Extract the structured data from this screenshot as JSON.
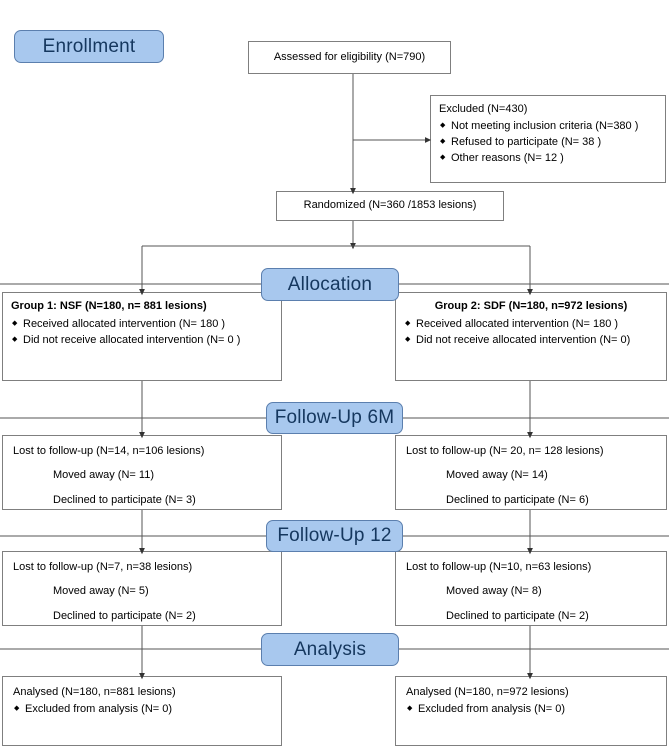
{
  "diagram": {
    "title": "CONSORT participant flow diagram",
    "colors": {
      "stage_fill": "#a8c8ee",
      "stage_border": "#5b7fae",
      "stage_text": "#15375e",
      "box_border": "#7f7f7f",
      "connector": "#555555",
      "background": "#ffffff"
    }
  },
  "stages": {
    "enrollment": "Enrollment",
    "allocation": "Allocation",
    "followup6m": "Follow-Up 6M",
    "followup12": "Follow-Up 12",
    "analysis": "Analysis"
  },
  "enrollment": {
    "assessed": "Assessed for eligibility (N=790)",
    "excluded": {
      "header": "Excluded (N=430)",
      "reasons": [
        "Not meeting inclusion criteria (N=380 )",
        "Refused to participate (N= 38 )",
        "Other reasons (N= 12 )"
      ]
    },
    "randomized": "Randomized (N=360 /1853 lesions)"
  },
  "allocation": {
    "group1": {
      "header": "Group 1: NSF (N=180, n= 881 lesions)",
      "items": [
        "Received allocated intervention (N= 180 )",
        "Did not receive allocated intervention (N= 0 )"
      ]
    },
    "group2": {
      "header": "Group 2: SDF (N=180, n=972 lesions)",
      "items": [
        "Received allocated intervention (N= 180 )",
        "Did not receive allocated intervention (N= 0)"
      ]
    }
  },
  "followup6m": {
    "group1": {
      "lost": "Lost to follow-up (N=14, n=106 lesions)",
      "moved": "Moved away (N= 11)",
      "declined": "Declined to participate (N= 3)"
    },
    "group2": {
      "lost": "Lost to follow-up (N= 20, n= 128 lesions)",
      "moved": "Moved away (N= 14)",
      "declined": "Declined to participate (N= 6)"
    }
  },
  "followup12": {
    "group1": {
      "lost": "Lost to follow-up (N=7, n=38 lesions)",
      "moved": "Moved away (N= 5)",
      "declined": "Declined to participate (N= 2)"
    },
    "group2": {
      "lost": "Lost to follow-up (N=10, n=63 lesions)",
      "moved": "Moved away (N= 8)",
      "declined": "Declined to participate (N= 2)"
    }
  },
  "analysis": {
    "group1": {
      "analysed": "Analysed (N=180, n=881 lesions)",
      "items": [
        "Excluded from analysis (N= 0)"
      ]
    },
    "group2": {
      "analysed": "Analysed (N=180, n=972 lesions)",
      "items": [
        "Excluded from analysis (N= 0)"
      ]
    }
  }
}
